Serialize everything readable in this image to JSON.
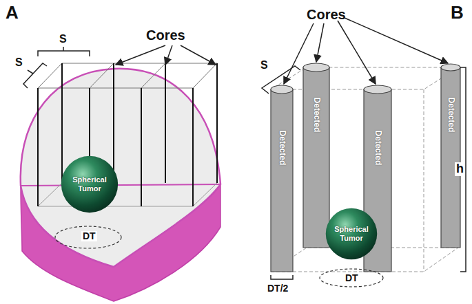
{
  "diagram": {
    "nodes": [
      {
        "text": [
          "Spherical Tumor"
        ]
      },
      {
        "text": [
          "Detected"
        ]
      },
      {
        "text": [
          "Detected"
        ]
      },
      {
        "text": [
          "Detected"
        ]
      },
      {
        "text": [
          "Detected"
        ]
      },
      {
        "text": [
          "Spherical Tumor"
        ]
      }
    ],
    "labels": [
      "A",
      "Cores",
      "S",
      "S",
      "DT",
      "B",
      "Cores",
      "S",
      "DT",
      "DT/2",
      "h"
    ]
  }
}
